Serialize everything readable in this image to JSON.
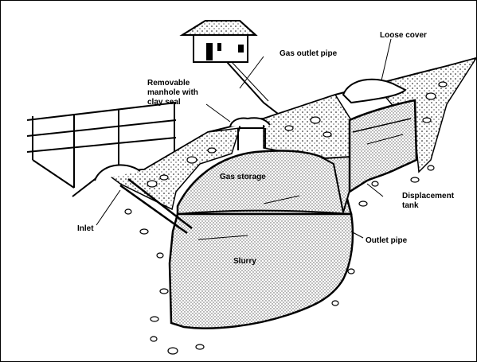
{
  "diagram": {
    "labels": {
      "loose_cover": "Loose cover",
      "gas_outlet_pipe": "Gas outlet pipe",
      "manhole_line1": "Removable",
      "manhole_line2": "manhole with",
      "manhole_line3": "clay seal",
      "gas_storage": "Gas storage",
      "displacement_line1": "Displacement",
      "displacement_line2": "tank",
      "inlet": "Inlet",
      "outlet_pipe": "Outlet pipe",
      "slurry": "Slurry"
    }
  }
}
